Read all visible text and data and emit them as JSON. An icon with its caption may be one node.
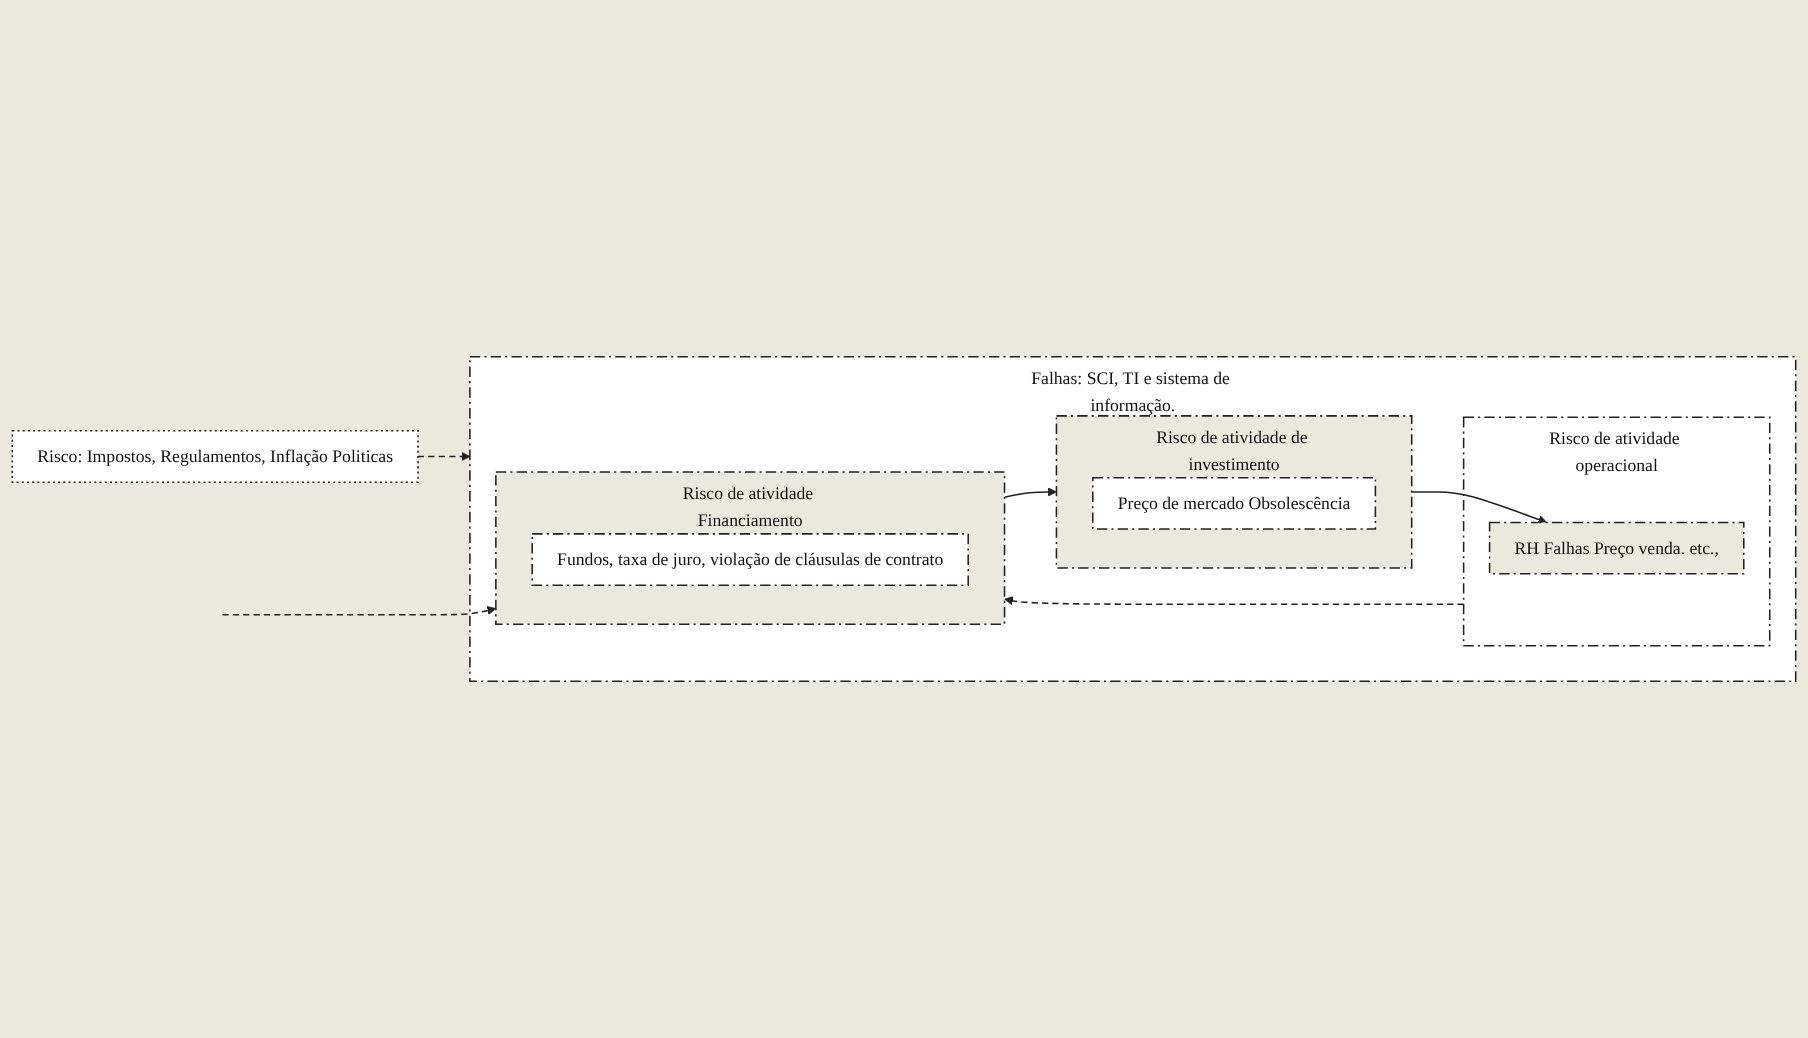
{
  "diagram": {
    "nodes": [
      {
        "text": [
          "Falhas: SCI, TI e sistema de informação."
        ]
      },
      {
        "text": [
          "Risco de atividade de investimento"
        ],
        "in": 0
      },
      {
        "text": [
          "Preço de mercado Obsolescência"
        ],
        "in": 1
      },
      {
        "text": [
          "Risco de atividade operacional"
        ],
        "in": 0
      },
      {
        "text": [
          "RH Falhas Preço venda. etc.,"
        ],
        "in": 3
      },
      {
        "text": [
          "Risco de atividade Financiamento"
        ],
        "in": 0
      },
      {
        "text": [
          "Fundos, taxa de juro, violação de cláusulas de contrato"
        ],
        "in": 5
      },
      {
        "text": [
          "Risco: Impostos, Regulamentos, Inflação Politicas"
        ]
      }
    ],
    "edges": [
      {
        "from": 1,
        "to": 4,
        "arrow": "to"
      },
      {
        "from": 3,
        "to": 5,
        "arrow": "to",
        "style": "dashed"
      },
      {
        "from": 5,
        "to": 1,
        "arrow": "to"
      },
      {
        "from": 7,
        "to": 0,
        "arrow": "to",
        "style": "dashed"
      },
      {
        "from": null,
        "to": 5,
        "arrow": "to",
        "style": "dashed"
      }
    ]
  }
}
